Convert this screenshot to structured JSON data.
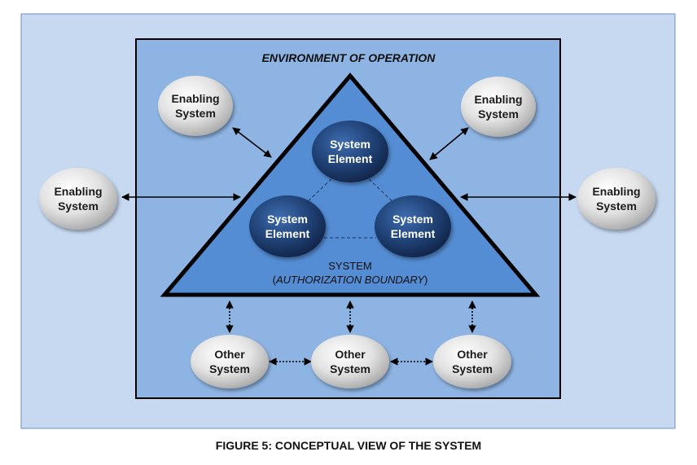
{
  "environment_title": "ENVIRONMENT OF OPERATION",
  "system": {
    "label": "SYSTEM",
    "open_paren": "(",
    "boundary": "AUTHORIZATION BOUNDARY",
    "close_paren": ")"
  },
  "system_elements": [
    {
      "line1": "System",
      "line2": "Element"
    },
    {
      "line1": "System",
      "line2": "Element"
    },
    {
      "line1": "System",
      "line2": "Element"
    }
  ],
  "enabling_systems": [
    {
      "line1": "Enabling",
      "line2": "System"
    },
    {
      "line1": "Enabling",
      "line2": "System"
    },
    {
      "line1": "Enabling",
      "line2": "System"
    },
    {
      "line1": "Enabling",
      "line2": "System"
    }
  ],
  "other_systems": [
    {
      "line1": "Other",
      "line2": "System"
    },
    {
      "line1": "Other",
      "line2": "System"
    },
    {
      "line1": "Other",
      "line2": "System"
    }
  ],
  "caption": "FIGURE 5:  CONCEPTUAL VIEW OF THE SYSTEM",
  "colors": {
    "outer_fill": "#c6d9f1",
    "env_fill": "#8eb4e3",
    "triangle_fill": "#548dd4",
    "element_fill": "#1f3e6e",
    "node_fill": "#d9d9d9"
  }
}
